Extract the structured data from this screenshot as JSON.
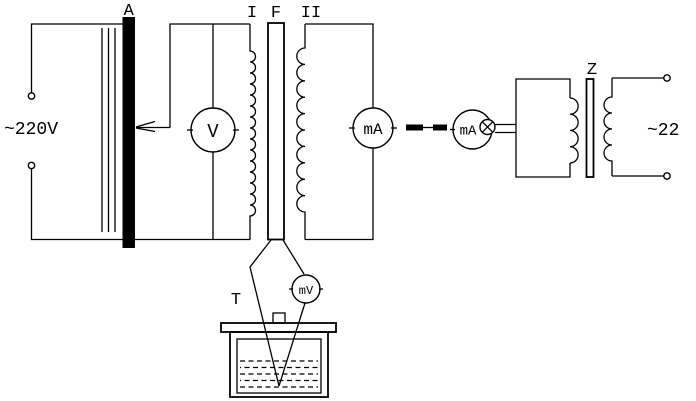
{
  "diagram": {
    "type": "electrical-schematic",
    "background_color": "#ffffff",
    "line_color": "#000000",
    "left_source_label": "~220V",
    "autotransformer_label": "A",
    "primary_winding_label": "I",
    "core_label": "F",
    "secondary_winding_label": "II",
    "voltmeter_label": "V",
    "milliammeter_label": "mA",
    "remote_milliammeter_label": "mA",
    "right_core_label": "Z",
    "right_source_label": "~22",
    "thermocouple_label": "T",
    "millivoltmeter_label": "mV"
  }
}
